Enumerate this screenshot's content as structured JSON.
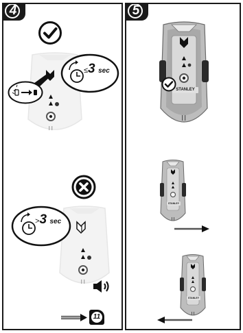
{
  "panels": [
    {
      "step": "4",
      "ok_timer": {
        "symbol": "≤",
        "value": "3",
        "unit": "sec"
      },
      "fail_timer": {
        "symbol": ">",
        "value": "3",
        "unit": "sec"
      },
      "ref_page": "11"
    },
    {
      "step": "5",
      "brand": "STANLEY"
    }
  ],
  "icons": [
    "checkmark-circle-icon",
    "x-circle-icon",
    "timer-icon",
    "speaker-icon",
    "arrow-right-icon",
    "arrow-left-icon",
    "page-ref-icon"
  ]
}
